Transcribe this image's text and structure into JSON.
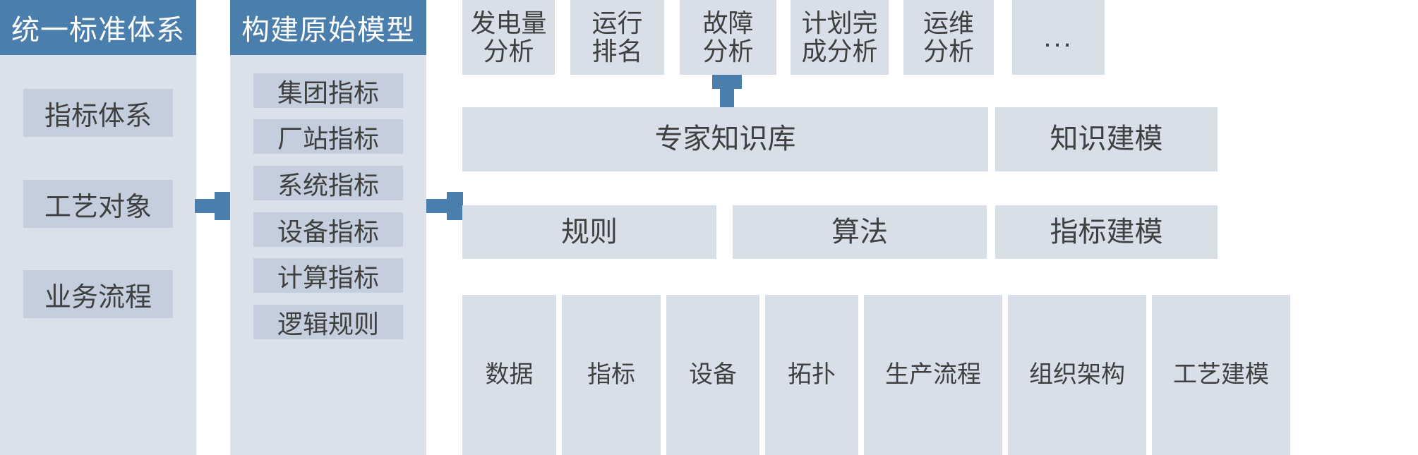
{
  "theme": {
    "accent_blue": "#4a7ead",
    "panel_bg": "#dbe1ea",
    "item_bg": "#c5cedc",
    "box_bg": "#d9dfe8",
    "text": "#404040",
    "header_text": "#ffffff"
  },
  "columns": [
    {
      "header": "统一标准体系",
      "items": [
        "指标体系",
        "工艺对象",
        "业务流程"
      ]
    },
    {
      "header": "构建原始模型",
      "items": [
        "集团指标",
        "厂站指标",
        "系统指标",
        "设备指标",
        "计算指标",
        "逻辑规则"
      ]
    }
  ],
  "connectors": [
    {
      "name": "arrow-col1-to-col2",
      "direction": "right"
    },
    {
      "name": "arrow-col2-to-rules",
      "direction": "right"
    },
    {
      "name": "arrow-fault-to-knowledge",
      "direction": "down"
    }
  ],
  "right": {
    "analysis_row": [
      "发电量\n分析",
      "运行\n排名",
      "故障\n分析",
      "计划完\n成分析",
      "运维\n分析",
      "..."
    ],
    "knowledge_row": {
      "main": "专家知识库",
      "side": "知识建模"
    },
    "rules_row": {
      "items": [
        "规则",
        "算法"
      ],
      "side": "指标建模"
    },
    "base_row": [
      "数据",
      "指标",
      "设备",
      "拓扑",
      "生产流程",
      "组织架构",
      "工艺建模"
    ]
  }
}
